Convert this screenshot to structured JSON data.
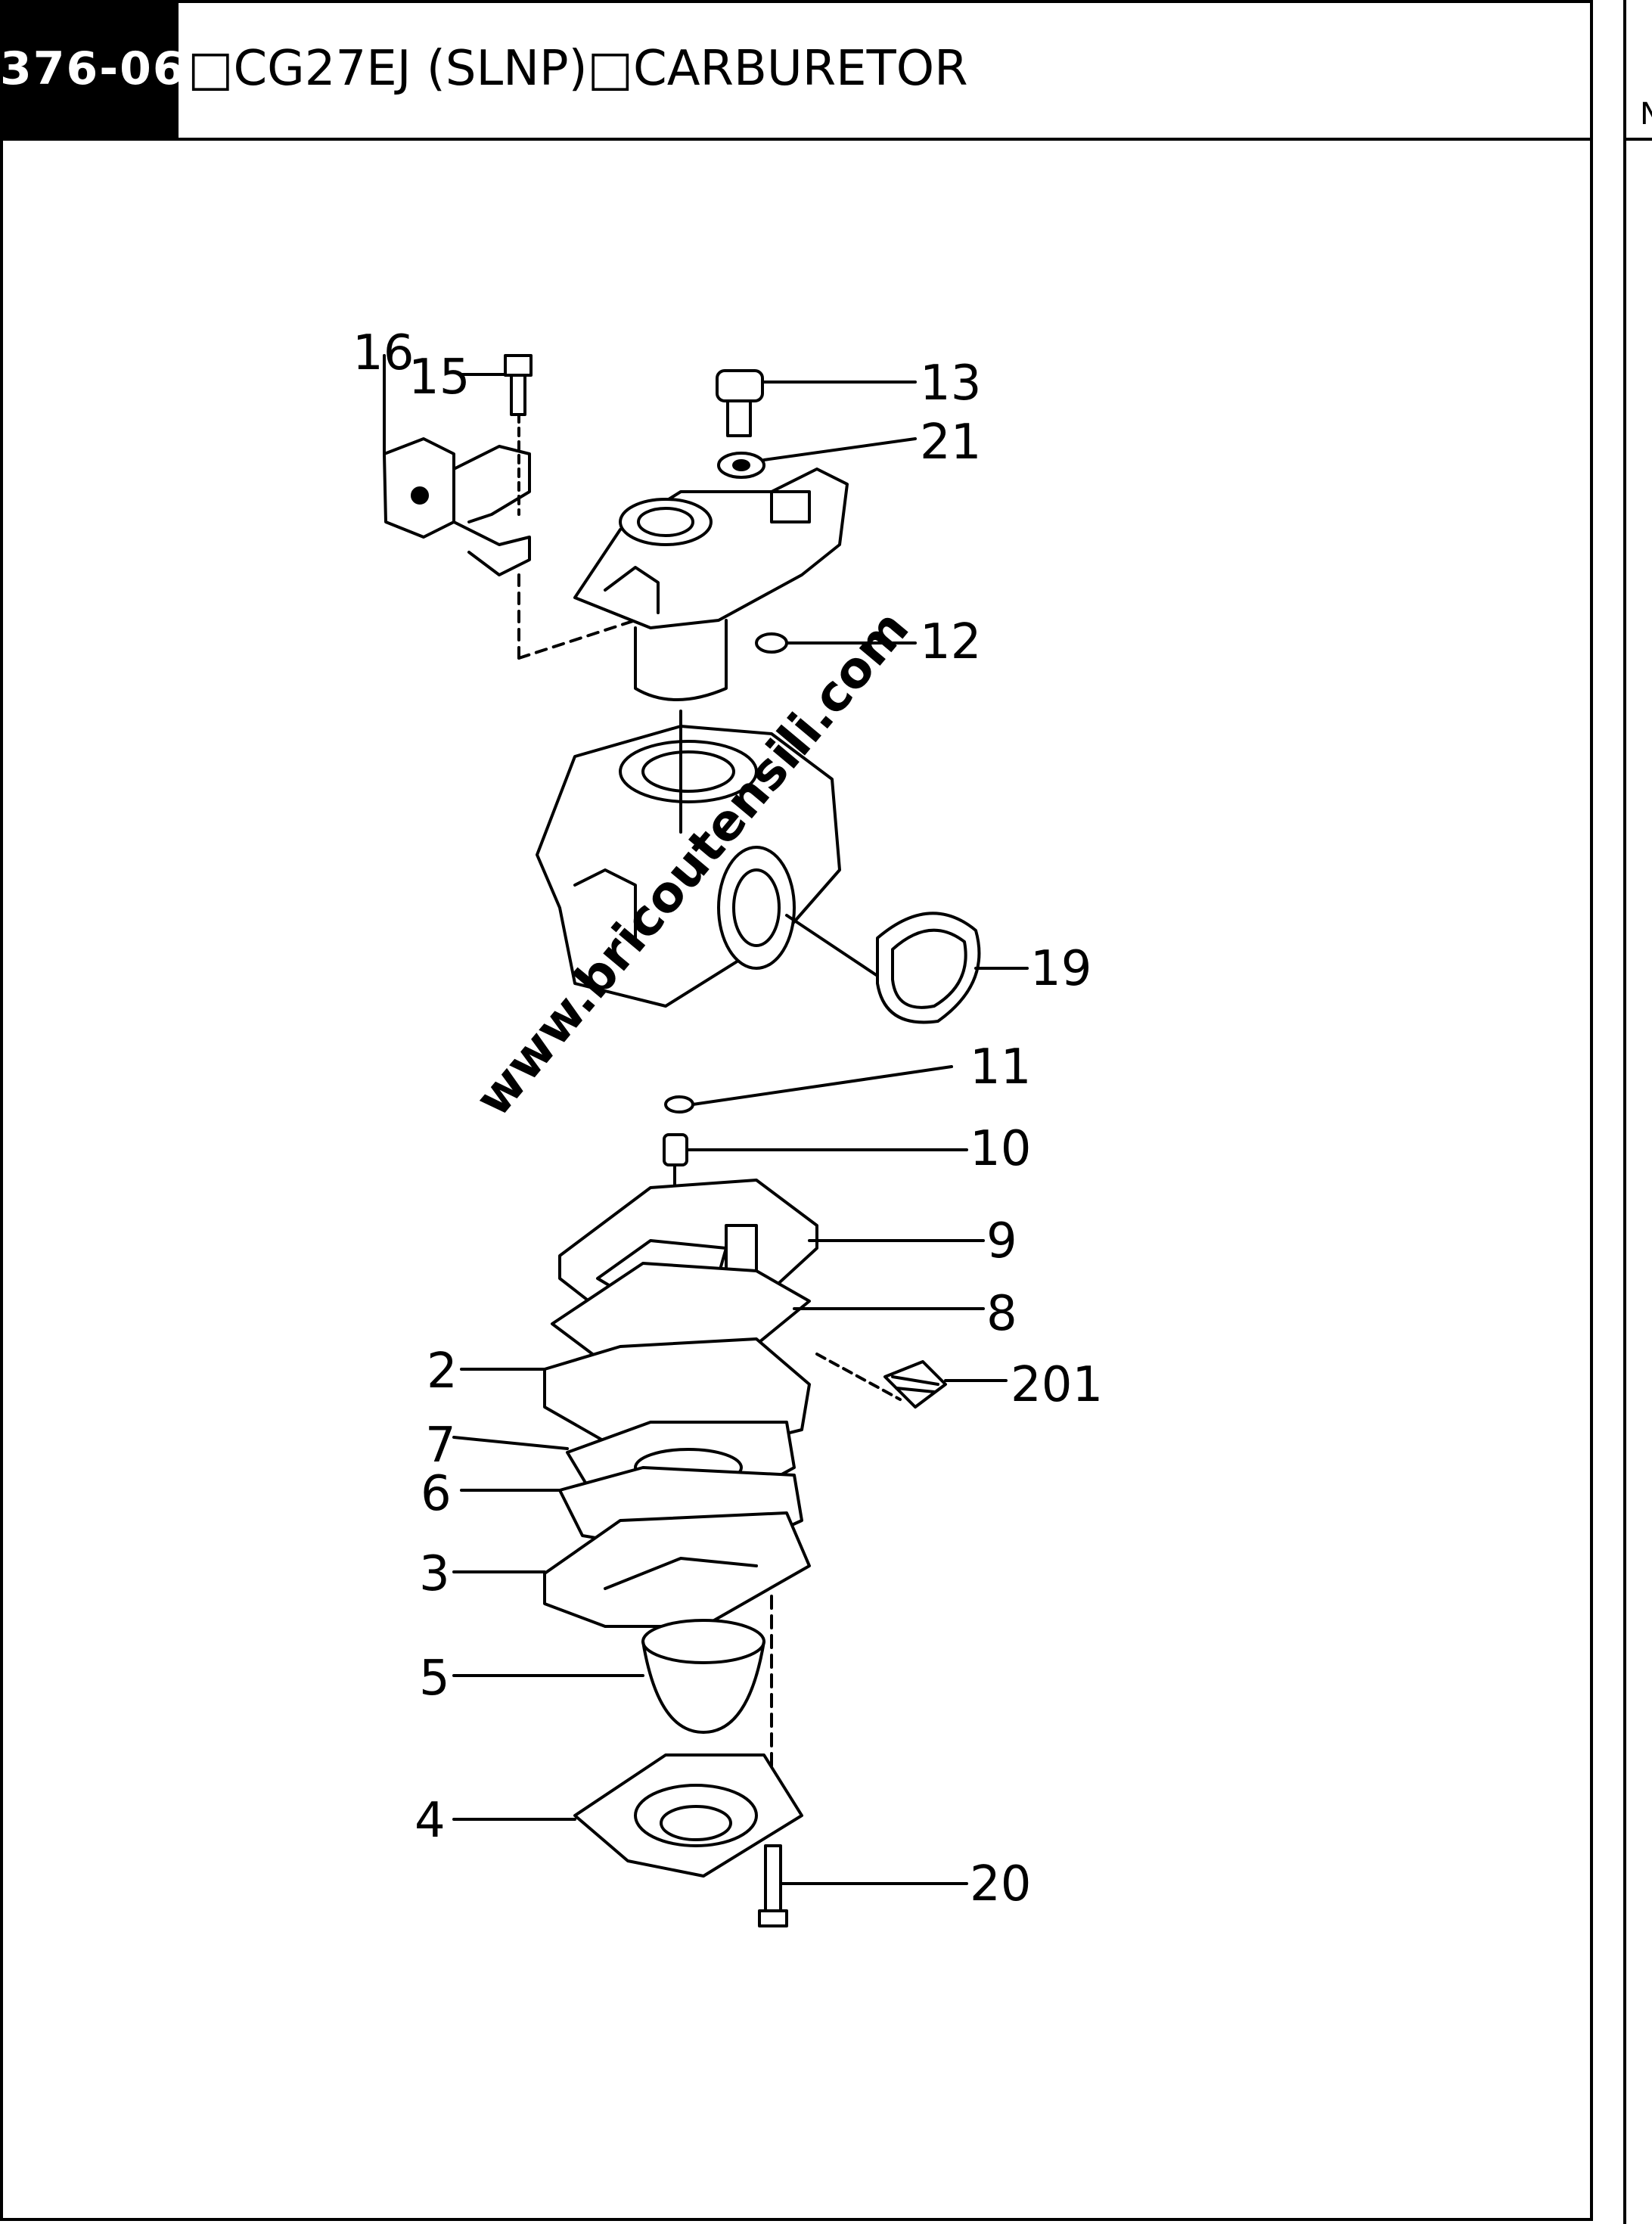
{
  "header": {
    "section_code": "376-06",
    "title": "□CG27EJ (SLNP)□CARBURETOR"
  },
  "right_strip": {
    "text": "N"
  },
  "watermark": "www.bricoutensili.com",
  "callouts": {
    "p16": "16",
    "p15": "15",
    "p13": "13",
    "p21": "21",
    "p12": "12",
    "p19": "19",
    "p11": "11",
    "p10": "10",
    "p9": "9",
    "p8": "8",
    "p201": "201",
    "p2": "2",
    "p7": "7",
    "p6": "6",
    "p3": "3",
    "p5": "5",
    "p4": "4",
    "p20": "20"
  }
}
